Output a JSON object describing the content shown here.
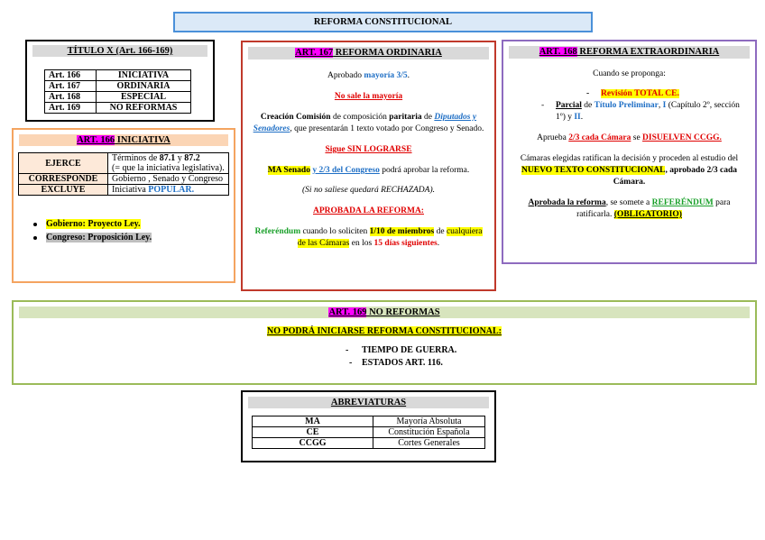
{
  "header": {
    "title": "REFORMA CONSTITUCIONAL"
  },
  "titulo_x": {
    "title": "TÍTULO X (Art. 166-169)",
    "rows": [
      {
        "art": "Art. 166",
        "label": "INICIATIVA"
      },
      {
        "art": "Art. 167",
        "label": "ORDINARIA"
      },
      {
        "art": "Art. 168",
        "label": "ESPECIAL"
      },
      {
        "art": "Art. 169",
        "label": "NO REFORMAS"
      }
    ]
  },
  "art166": {
    "title_art": "ART. 166",
    "title_rest": " INICIATIVA",
    "ejerce_label": "EJERCE",
    "ejerce_text_1": "Términos de ",
    "ejerce_bold_1": "87.1",
    "ejerce_text_2": " y ",
    "ejerce_bold_2": "87.2",
    "ejerce_text_3": "(= que la iniciativa legislativa).",
    "corresponde_label": "CORRESPONDE",
    "corresponde_text": "Gobierno , Senado y Congreso",
    "excluye_label": "EXCLUYE",
    "excluye_text_1": "Iniciativa ",
    "excluye_text_2": "POPULAR.",
    "bullet_1": "Gobierno: Proyecto Ley.",
    "bullet_2": "Congreso: Proposición Ley."
  },
  "art167": {
    "title_art": "ART. 167",
    "title_rest": " REFORMA ORDINARIA",
    "p1_a": "Aprobado ",
    "p1_b": "mayoría 3/5",
    "p1_c": ".",
    "p2": "No sale la mayoría",
    "p3_a": "Creación Comisión",
    "p3_b": " de composición ",
    "p3_c": "paritaria",
    "p3_d": " de ",
    "p3_e": "Diputados y Senadores",
    "p3_f": ", que presentarán 1 texto votado por Congreso y Senado.",
    "p4": "Sigue SIN LOGRARSE",
    "p5_a": "MA Senado",
    "p5_b": " ",
    "p5_c": "y 2/3 del Congreso",
    "p5_d": " podrá aprobar la reforma.",
    "p6": "(Si no saliese quedará RECHAZADA).",
    "p7": "APROBADA LA REFORMA:",
    "p8_a": "Referéndum",
    "p8_b": " cuando lo soliciten ",
    "p8_c": "1/10 de miembros",
    "p8_d": " de ",
    "p8_e": "cualquiera de las Cámaras",
    "p8_f": " en los ",
    "p8_g": "15 días siguientes",
    "p8_h": "."
  },
  "art168": {
    "title_art": "ART. 168",
    "title_rest": " REFORMA EXTRAORDINARIA",
    "p1": "Cuando se proponga:",
    "item1_dash": "-",
    "item1": "Revisión TOTAL CE.",
    "item2_dash": "-",
    "item2_a": "Parcial",
    "item2_b": " de ",
    "item2_c": "Título Preliminar",
    "item2_d": ", ",
    "item2_e": "I",
    "item2_f": " (Capítulo 2º, sección 1º) y ",
    "item2_g": "II",
    "item2_h": ".",
    "p2_a": "Aprueba ",
    "p2_b": "2/3 cada Cámara",
    "p2_c": " se ",
    "p2_d": "DISUELVEN CCGG.",
    "p3_a": "Cámaras elegidas ratifican la decisión y proceden al estudio del ",
    "p3_b": "NUEVO TEXTO CONSTITUCIONAL",
    "p3_c": ", aprobado 2/3 cada Cámara.",
    "p4_a": "Aprobada la reforma",
    "p4_b": ", se somete a ",
    "p4_c": "REFERÉNDUM",
    "p4_d": " para ratificarla. ",
    "p4_e": "(OBLIGATORIO)"
  },
  "art169": {
    "title_art": "ART. 169",
    "title_rest": " NO REFORMAS",
    "subtitle": "NO PODRÁ INICIARSE REFORMA CONSTITUCIONAL:",
    "item1": "TIEMPO DE GUERRA.",
    "item2": "ESTADOS ART. 116.",
    "dash": "-"
  },
  "abreviaturas": {
    "title": "ABREVIATURAS",
    "rows": [
      {
        "abbr": "MA",
        "meaning": "Mayoría Absoluta"
      },
      {
        "abbr": "CE",
        "meaning": "Constitución Española"
      },
      {
        "abbr": "CCGG",
        "meaning": "Cortes Generales"
      }
    ]
  },
  "colors": {
    "header_border": "#4a90d9",
    "header_fill": "#dbe9f7",
    "art166_border": "#f4a460",
    "art166_title_bg": "#fbd5b5",
    "art167_border": "#c0392b",
    "art168_border": "#8e6bbf",
    "art169_border": "#9bbb59",
    "art169_title_bg": "#d7e4bd",
    "title_bar_gray": "#d9d9d9"
  }
}
